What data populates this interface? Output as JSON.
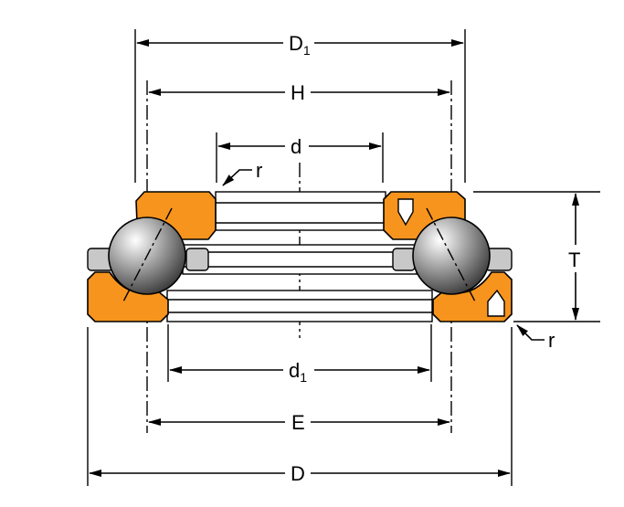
{
  "colors": {
    "ring": "#F7941D",
    "cage": "#C8C8C8",
    "washer": "#FFFFFF",
    "ball_light": "#FFFFFF",
    "ball_dark": "#3A3A3A"
  },
  "labels": {
    "D1": {
      "main": "D",
      "sub": "1"
    },
    "H": "H",
    "d": "d",
    "r_top": "r",
    "T": "T",
    "r_bottom": "r",
    "d1": {
      "main": "d",
      "sub": "1"
    },
    "E": "E",
    "D": "D"
  }
}
